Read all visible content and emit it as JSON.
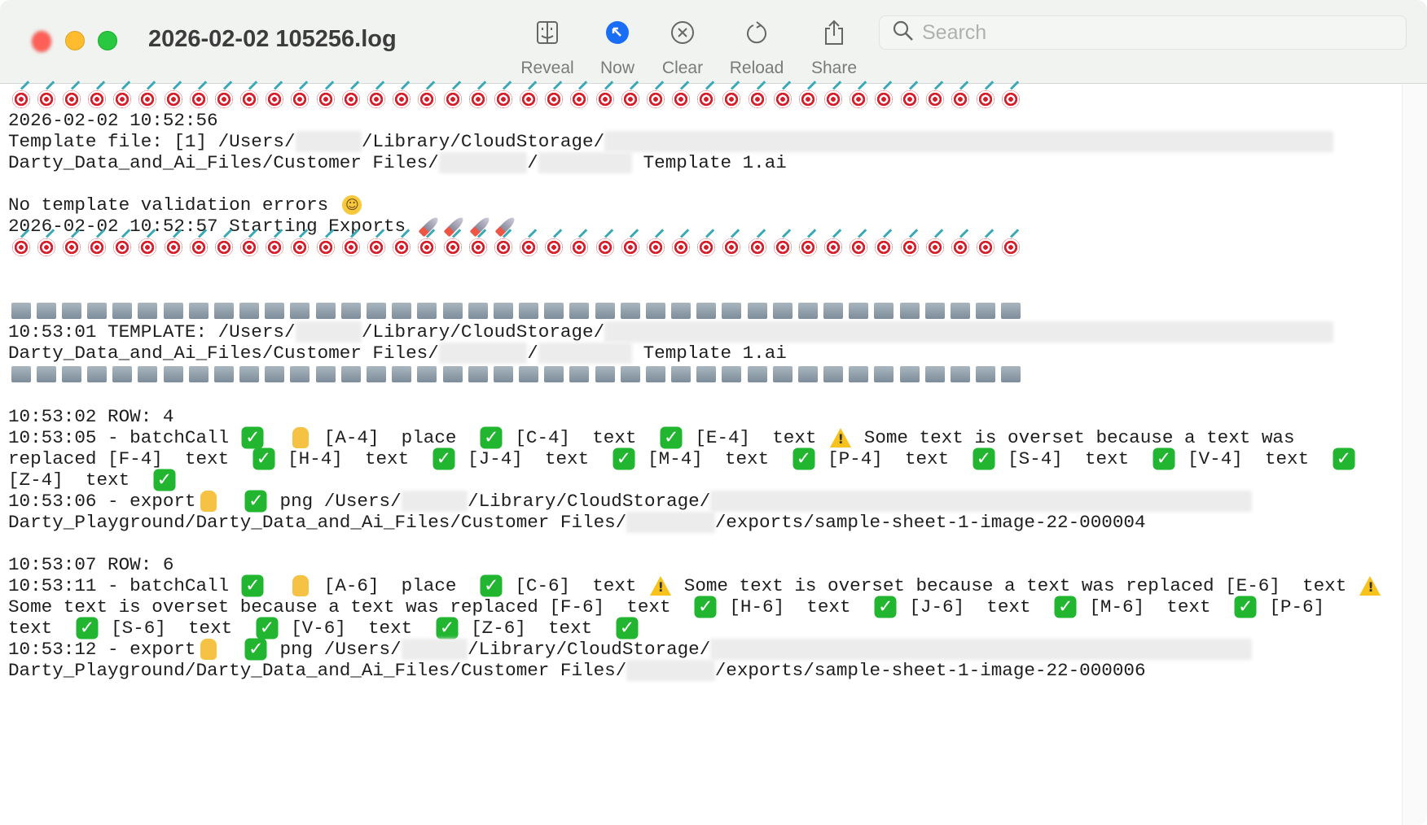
{
  "window": {
    "title": "2026-02-02 105256.log"
  },
  "toolbar": {
    "buttons": [
      {
        "label": "Reveal",
        "icon": "finder-icon"
      },
      {
        "label": "Now",
        "icon": "arrow-up-left-circle-icon"
      },
      {
        "label": "Clear",
        "icon": "x-circle-icon"
      },
      {
        "label": "Reload",
        "icon": "reload-icon"
      },
      {
        "label": "Share",
        "icon": "share-icon"
      }
    ],
    "search_placeholder": "Search",
    "accent": "#1a6ef5"
  },
  "log": {
    "lines": [
      [
        {
          "repeat": "target",
          "count": 40
        }
      ],
      [
        "2026-02-02 10:52:56"
      ],
      [
        "Template file: [1] /Users/",
        {
          "redacted": true
        },
        "/Library/CloudStorage/",
        {
          "redacted": true
        }
      ],
      [
        "Darty_Data_and_Ai_Files/Customer Files/",
        {
          "redacted": true
        },
        "/",
        {
          "redacted": true
        },
        " Template 1.ai"
      ],
      [],
      [
        "No template validation errors ",
        {
          "icon": "smile"
        }
      ],
      [
        "2026-02-02 10:52:57 Starting Exports ",
        {
          "icon": "rocket"
        },
        {
          "icon": "rocket"
        },
        {
          "icon": "rocket"
        },
        {
          "icon": "rocket"
        }
      ],
      [
        {
          "repeat": "target",
          "count": 40
        }
      ],
      [],
      [],
      [
        {
          "repeat": "folder",
          "count": 40
        }
      ],
      [
        "10:53:01 TEMPLATE: /Users/",
        {
          "redacted": true
        },
        "/Library/CloudStorage/",
        {
          "redacted": true
        }
      ],
      [
        "Darty_Data_and_Ai_Files/Customer Files/",
        {
          "redacted": true
        },
        "/",
        {
          "redacted": true
        },
        " Template 1.ai"
      ],
      [
        {
          "repeat": "folder",
          "count": 40
        }
      ],
      [],
      [
        "10:53:02 ROW: 4"
      ],
      [
        "10:53:05 - batchCall ",
        {
          "icon": "check"
        },
        "  ",
        {
          "icon": "thumbs-up"
        },
        " [A-4]  place  ",
        {
          "icon": "check"
        },
        " [C-4]  text  ",
        {
          "icon": "check"
        },
        " [E-4]  text ",
        {
          "icon": "warning"
        },
        " Some text is overset because a text was"
      ],
      [
        "replaced [F-4]  text  ",
        {
          "icon": "check"
        },
        " [H-4]  text  ",
        {
          "icon": "check"
        },
        " [J-4]  text  ",
        {
          "icon": "check"
        },
        " [M-4]  text  ",
        {
          "icon": "check"
        },
        " [P-4]  text  ",
        {
          "icon": "check"
        },
        " [S-4]  text  ",
        {
          "icon": "check"
        },
        " [V-4]  text  ",
        {
          "icon": "check"
        }
      ],
      [
        "[Z-4]  text  ",
        {
          "icon": "check"
        }
      ],
      [
        "10:53:06 - export",
        {
          "icon": "thumbs-up"
        },
        "  ",
        {
          "icon": "check"
        },
        " png /Users/",
        {
          "redacted": true
        },
        "/Library/CloudStorage/",
        {
          "redacted": true
        }
      ],
      [
        "Darty_Playground/Darty_Data_and_Ai_Files/Customer Files/",
        {
          "redacted": true
        },
        "/exports/sample-sheet-1-image-22-000004"
      ],
      [],
      [
        "10:53:07 ROW: 6"
      ],
      [
        "10:53:11 - batchCall ",
        {
          "icon": "check"
        },
        "  ",
        {
          "icon": "thumbs-up"
        },
        " [A-6]  place  ",
        {
          "icon": "check"
        },
        " [C-6]  text ",
        {
          "icon": "warning"
        },
        " Some text is overset because a text was replaced [E-6]  text ",
        {
          "icon": "warning"
        }
      ],
      [
        "Some text is overset because a text was replaced [F-6]  text  ",
        {
          "icon": "check"
        },
        " [H-6]  text  ",
        {
          "icon": "check"
        },
        " [J-6]  text  ",
        {
          "icon": "check"
        },
        " [M-6]  text  ",
        {
          "icon": "check"
        },
        " [P-6]"
      ],
      [
        "text  ",
        {
          "icon": "check"
        },
        " [S-6]  text  ",
        {
          "icon": "check"
        },
        " [V-6]  text  ",
        {
          "icon": "check"
        },
        " [Z-6]  text  ",
        {
          "icon": "check"
        }
      ],
      [
        "10:53:12 - export",
        {
          "icon": "thumbs-up"
        },
        "  ",
        {
          "icon": "check"
        },
        " png /Users/",
        {
          "redacted": true
        },
        "/Library/CloudStorage/",
        {
          "redacted": true
        }
      ],
      [
        "Darty_Playground/Darty_Data_and_Ai_Files/Customer Files/",
        {
          "redacted": true
        },
        "/exports/sample-sheet-1-image-22-000006"
      ]
    ]
  }
}
